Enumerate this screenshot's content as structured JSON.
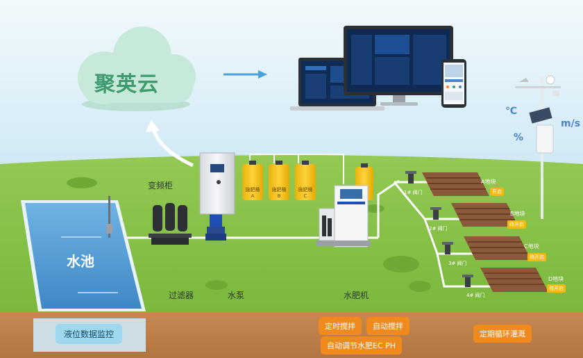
{
  "brand": {
    "name": "聚英云"
  },
  "sensor_units": {
    "temperature": "℃",
    "humidity": "%",
    "wind": "m/s"
  },
  "labels": {
    "inverter_cabinet": "变频柜",
    "filter": "过滤器",
    "pump": "水泵",
    "fertilizer_machine": "水肥机",
    "pond": "水池",
    "level_monitor": "液位数据监控"
  },
  "tanks": [
    {
      "name": "施肥桶",
      "code": "A"
    },
    {
      "name": "施肥桶",
      "code": "B"
    },
    {
      "name": "施肥桶",
      "code": "C"
    }
  ],
  "plots": [
    {
      "name": "A地块",
      "status": "开启",
      "valve": "1# 阀门"
    },
    {
      "name": "B地块",
      "status": "待开启",
      "valve": "2# 阀门"
    },
    {
      "name": "C地块",
      "status": "待开启",
      "valve": "3# 阀门"
    },
    {
      "name": "D地块",
      "status": "待开启",
      "valve": "4# 阀门"
    }
  ],
  "features": {
    "timed_stir": "定时搅拌",
    "auto_stir": "自动搅拌",
    "auto_adjust": "自动调节水肥EC PH",
    "cycle_irrigation": "定期循环灌溉"
  },
  "colors": {
    "sky_top": "#eaf6fb",
    "sky_bottom": "#d3ecf7",
    "grass": "#8ac24a",
    "grass_dark": "#76b33b",
    "soil": "#c98a4f",
    "pond": "#4f9bd3",
    "pipe": "#ffffff",
    "accent_orange": "#f08a1e",
    "accent_yellow": "#f3b90e",
    "brand_green": "#3f9a70",
    "sensor_blue": "#4a86c8"
  }
}
